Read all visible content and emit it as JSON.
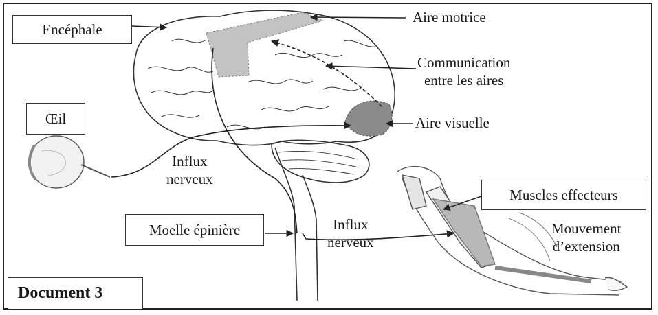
{
  "labels": {
    "encephale": "Encéphale",
    "aire_motrice": "Aire motrice",
    "communication_line1": "Communication",
    "communication_line2": "entre les aires",
    "oeil": "Œil",
    "aire_visuelle": "Aire visuelle",
    "influx1_line1": "Influx",
    "influx1_line2": "nerveux",
    "muscles": "Muscles effecteurs",
    "moelle": "Moelle épinière",
    "influx2_line1": "Influx",
    "influx2_line2": "nerveux",
    "mouvement_line1": "Mouvement",
    "mouvement_line2": "d’extension",
    "document": "Document 3"
  },
  "colors": {
    "line": "#222222",
    "motor_area": "#bdbdbd",
    "visual_area": "#8a8a8a",
    "muscle": "#b8b8b8"
  }
}
